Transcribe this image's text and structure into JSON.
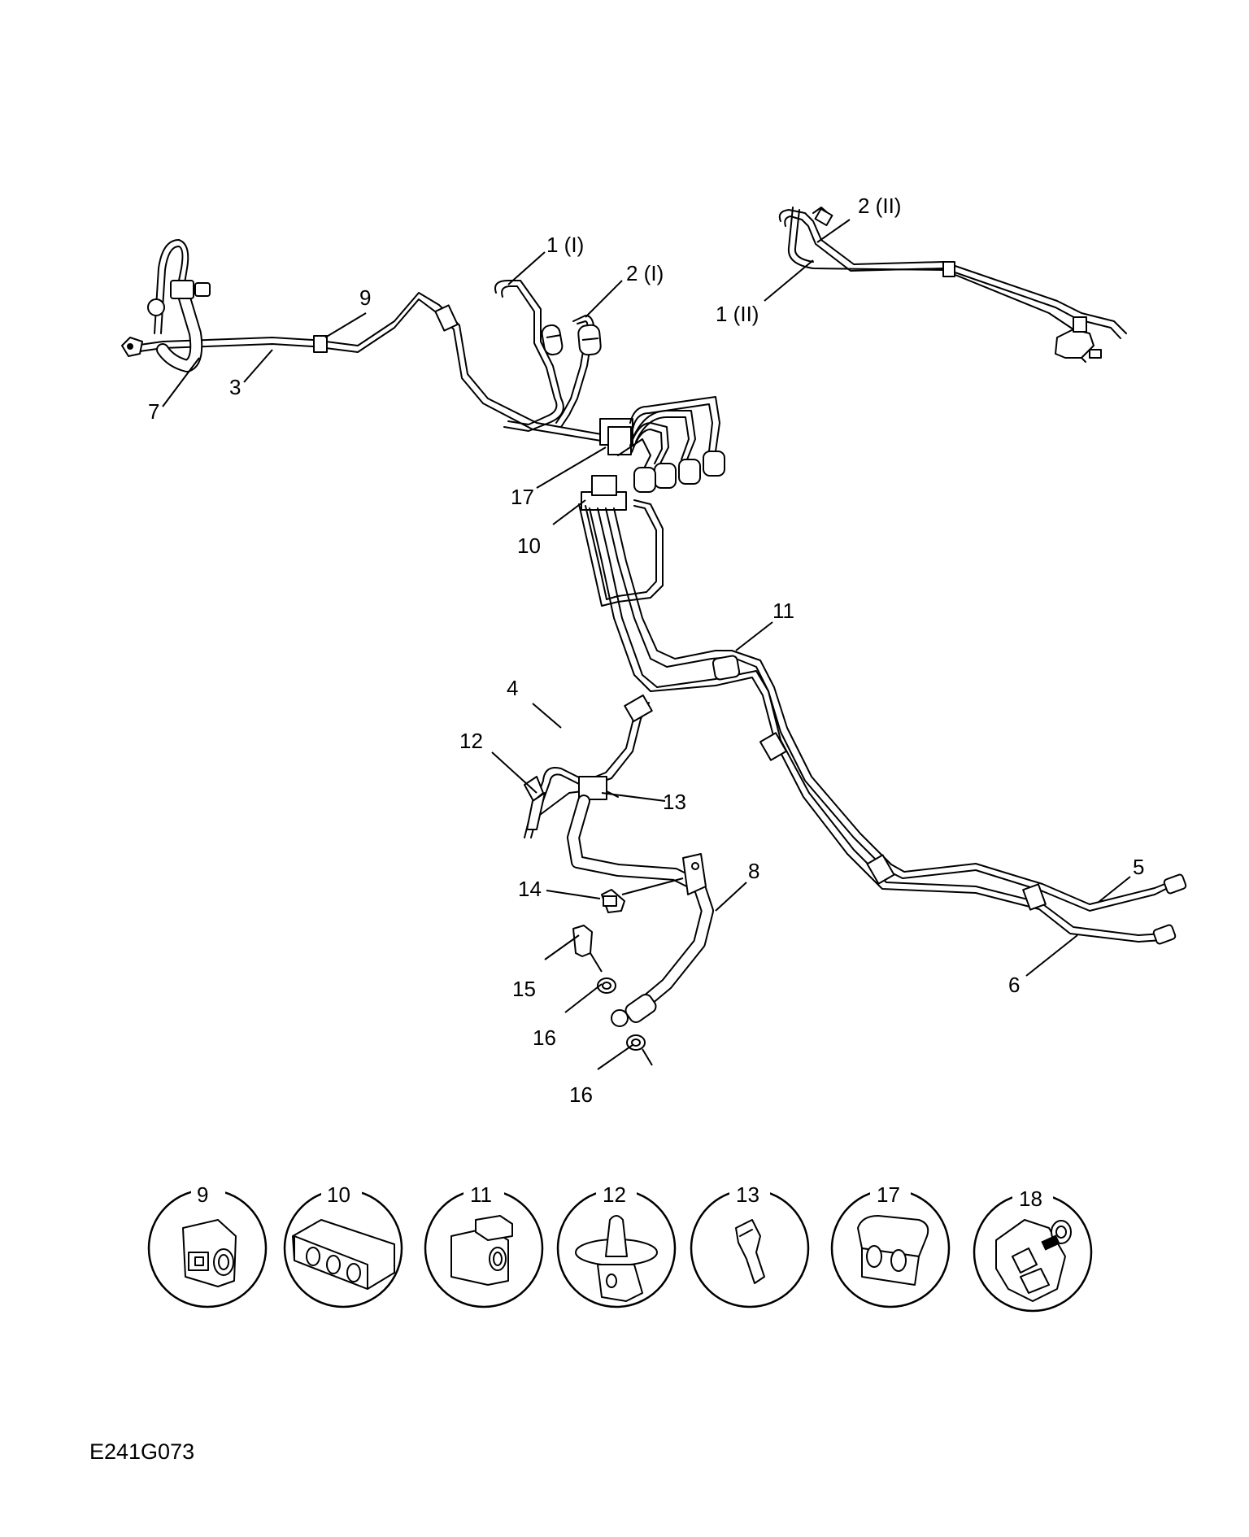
{
  "reference_code": "E241G073",
  "callouts": {
    "p1_I": "1 (I)",
    "p2_I": "2 (I)",
    "p1_II": "1 (II)",
    "p2_II": "2 (II)",
    "p3": "3",
    "p4": "4",
    "p5": "5",
    "p6": "6",
    "p7": "7",
    "p8": "8",
    "p9": "9",
    "p10": "10",
    "p11": "11",
    "p12": "12",
    "p13": "13",
    "p14": "14",
    "p15": "15",
    "p16a": "16",
    "p16b": "16",
    "p17": "17"
  },
  "detail_parts": [
    "9",
    "10",
    "11",
    "12",
    "13",
    "17",
    "18"
  ]
}
